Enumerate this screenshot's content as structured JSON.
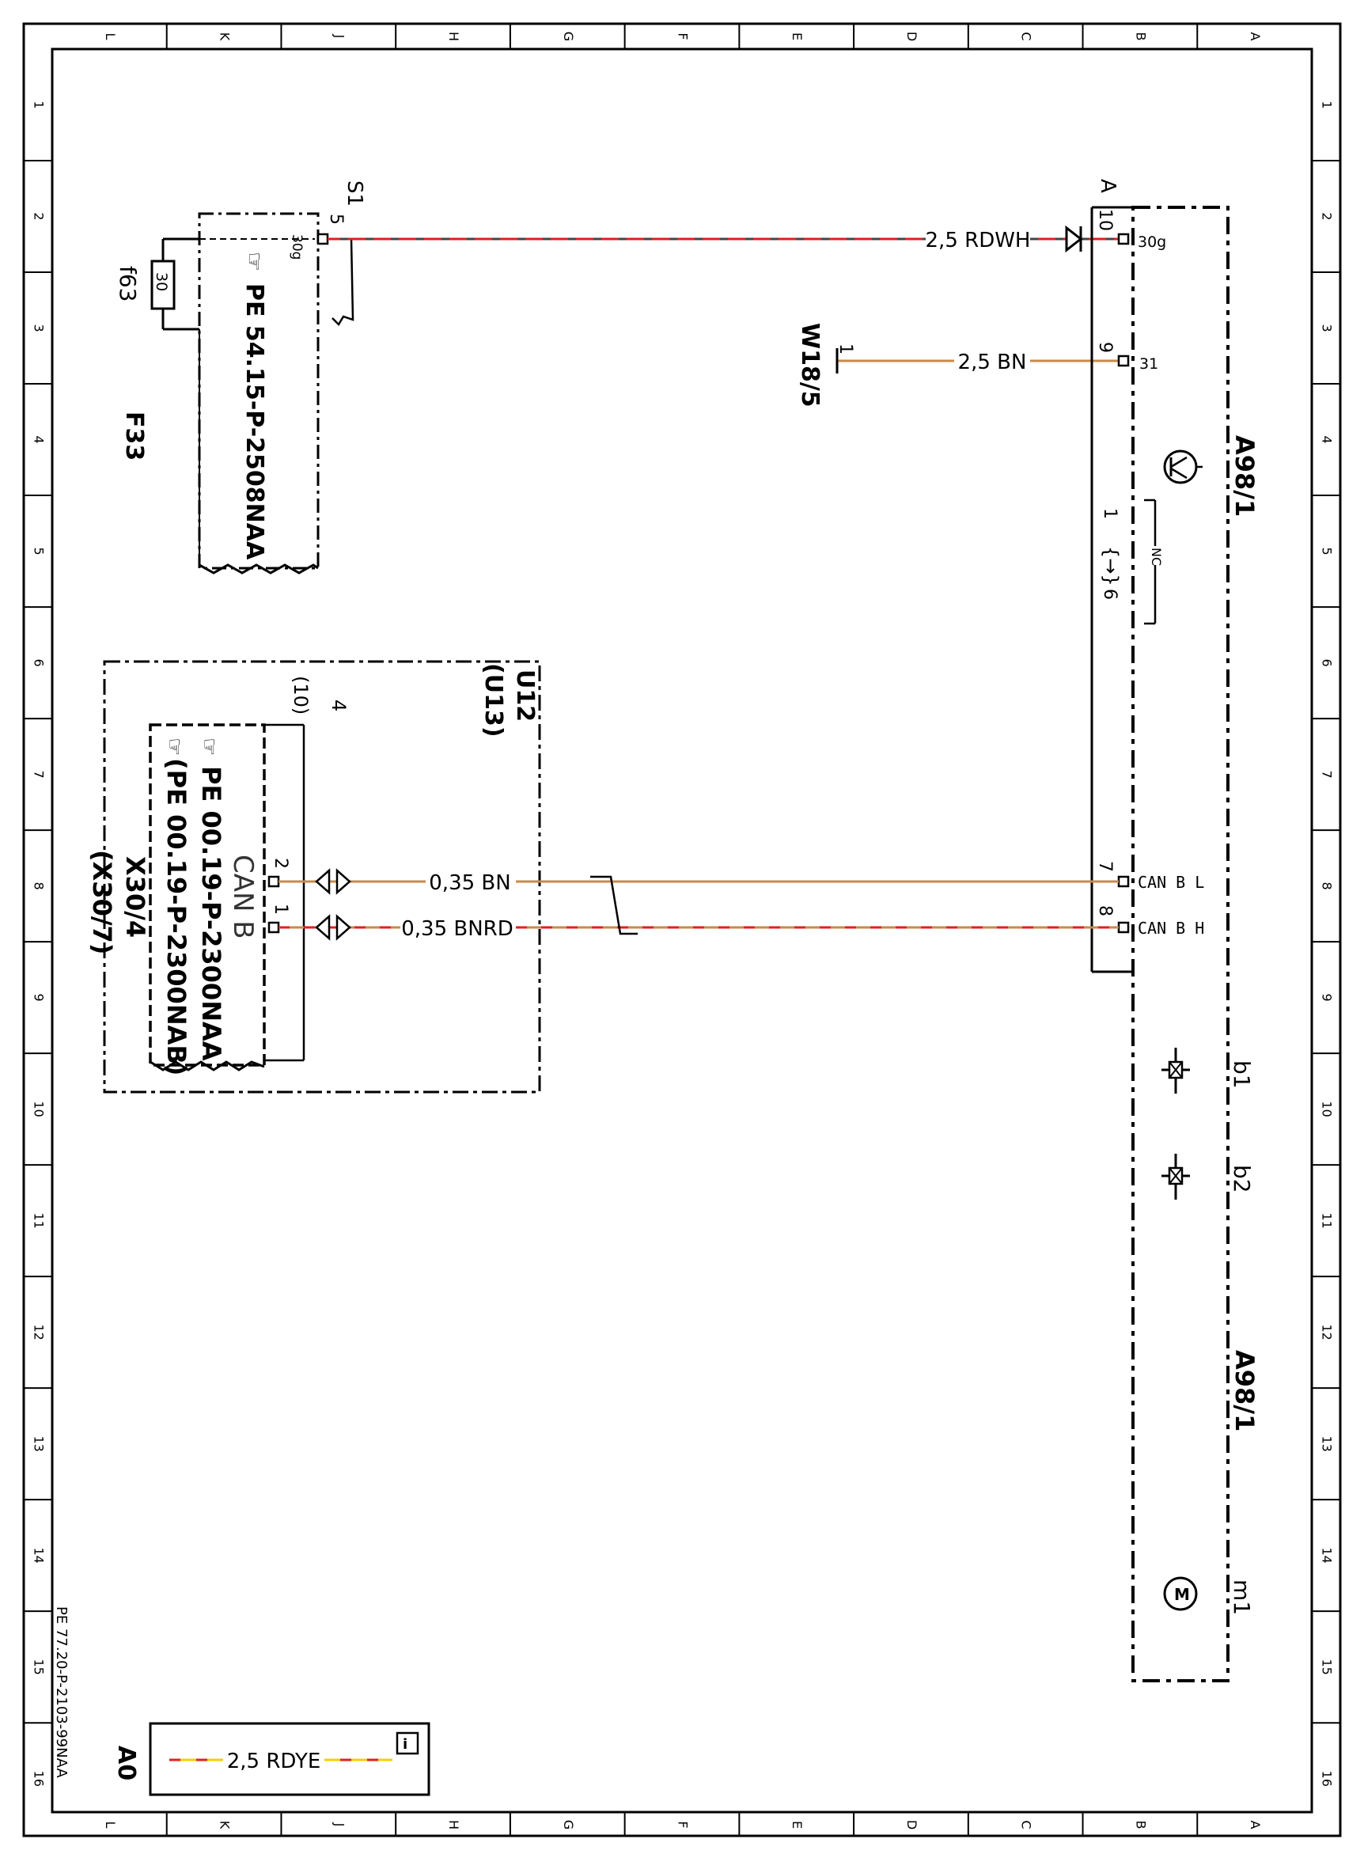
{
  "colors": {
    "frame": "#000000",
    "wire_brown": "#c98a4b",
    "wire_red": "#e0201e",
    "wire_yellow": "#f5d000",
    "wire_dark": "#222222"
  },
  "grid": {
    "columns": [
      "L",
      "K",
      "J",
      "H",
      "G",
      "F",
      "E",
      "D",
      "C",
      "B",
      "A"
    ],
    "rows": [
      "1",
      "2",
      "3",
      "4",
      "5",
      "6",
      "7",
      "8",
      "9",
      "10",
      "11",
      "12",
      "13",
      "14",
      "15",
      "16"
    ]
  },
  "f33": {
    "label": "F33",
    "fuse_label": "f63",
    "fuse_value": "30",
    "ref": "PE 54.15-P-2508NAA",
    "pin": "30g",
    "pin_s1": "5",
    "splice": "S1"
  },
  "a98_1": {
    "label_top": "A98/1",
    "label_bottom": "A98/1",
    "connector": "A",
    "pins": [
      {
        "no": "10",
        "name": "30g"
      },
      {
        "no": "9",
        "name": "31"
      },
      {
        "no": "7",
        "name": "CAN B L"
      },
      {
        "no": "8",
        "name": "CAN B H"
      }
    ],
    "nc_left": "1",
    "nc_right": "6",
    "nc_text": "NC",
    "b1": "b1",
    "b2": "b2",
    "m1": "m1"
  },
  "w18_5": {
    "label": "W18/5",
    "pin": "1"
  },
  "wires": [
    {
      "label": "2,5 RDWH",
      "colors": "red/white"
    },
    {
      "label": "2,5 BN",
      "colors": "brown"
    },
    {
      "label": "0,35 BN",
      "colors": "brown"
    },
    {
      "label": "0,35 BNRD",
      "colors": "brown/red"
    }
  ],
  "u12": {
    "label": "U12",
    "label_alt": "(U13)",
    "connector_label": "X30/4",
    "connector_alt": "(X30/7)",
    "pin_top": "4",
    "pin_top_alt": "(10)",
    "can_label": "CAN B",
    "pin2": "2",
    "pin1": "1",
    "ref1": "PE 00.19-P-2300NAA",
    "ref2": "(PE 00.19-P-2300NAB)"
  },
  "legend": {
    "label": "A0",
    "wire": "2,5 RDYE",
    "doc_ref": "PE 77.20-P-2103-99NAA",
    "info_icon": "info-icon"
  }
}
